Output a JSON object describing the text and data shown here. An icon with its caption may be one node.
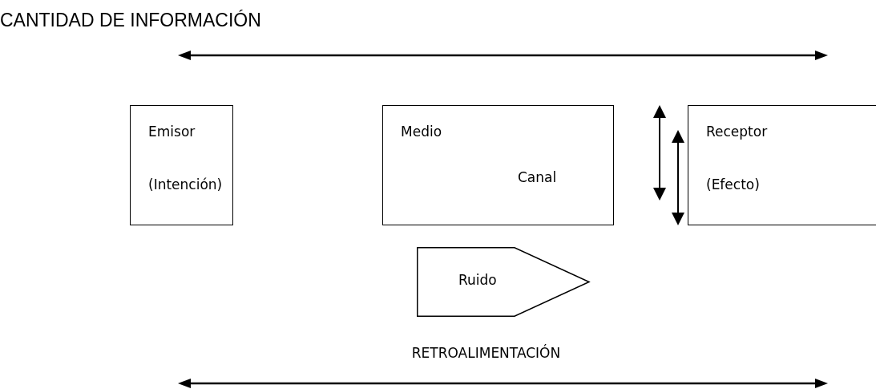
{
  "diagram": {
    "title": "CANTIDAD DE INFORMACIÓN",
    "nodes": [
      {
        "text": [
          "Emisor",
          "(Intención)"
        ]
      },
      {
        "text": [
          "Medio",
          "Canal"
        ]
      },
      {
        "text": [
          "Receptor",
          "(Efecto)"
        ]
      },
      {
        "text": [
          "Ruido"
        ]
      }
    ],
    "labels": [
      "RETROALIMENTACIÓN"
    ]
  }
}
